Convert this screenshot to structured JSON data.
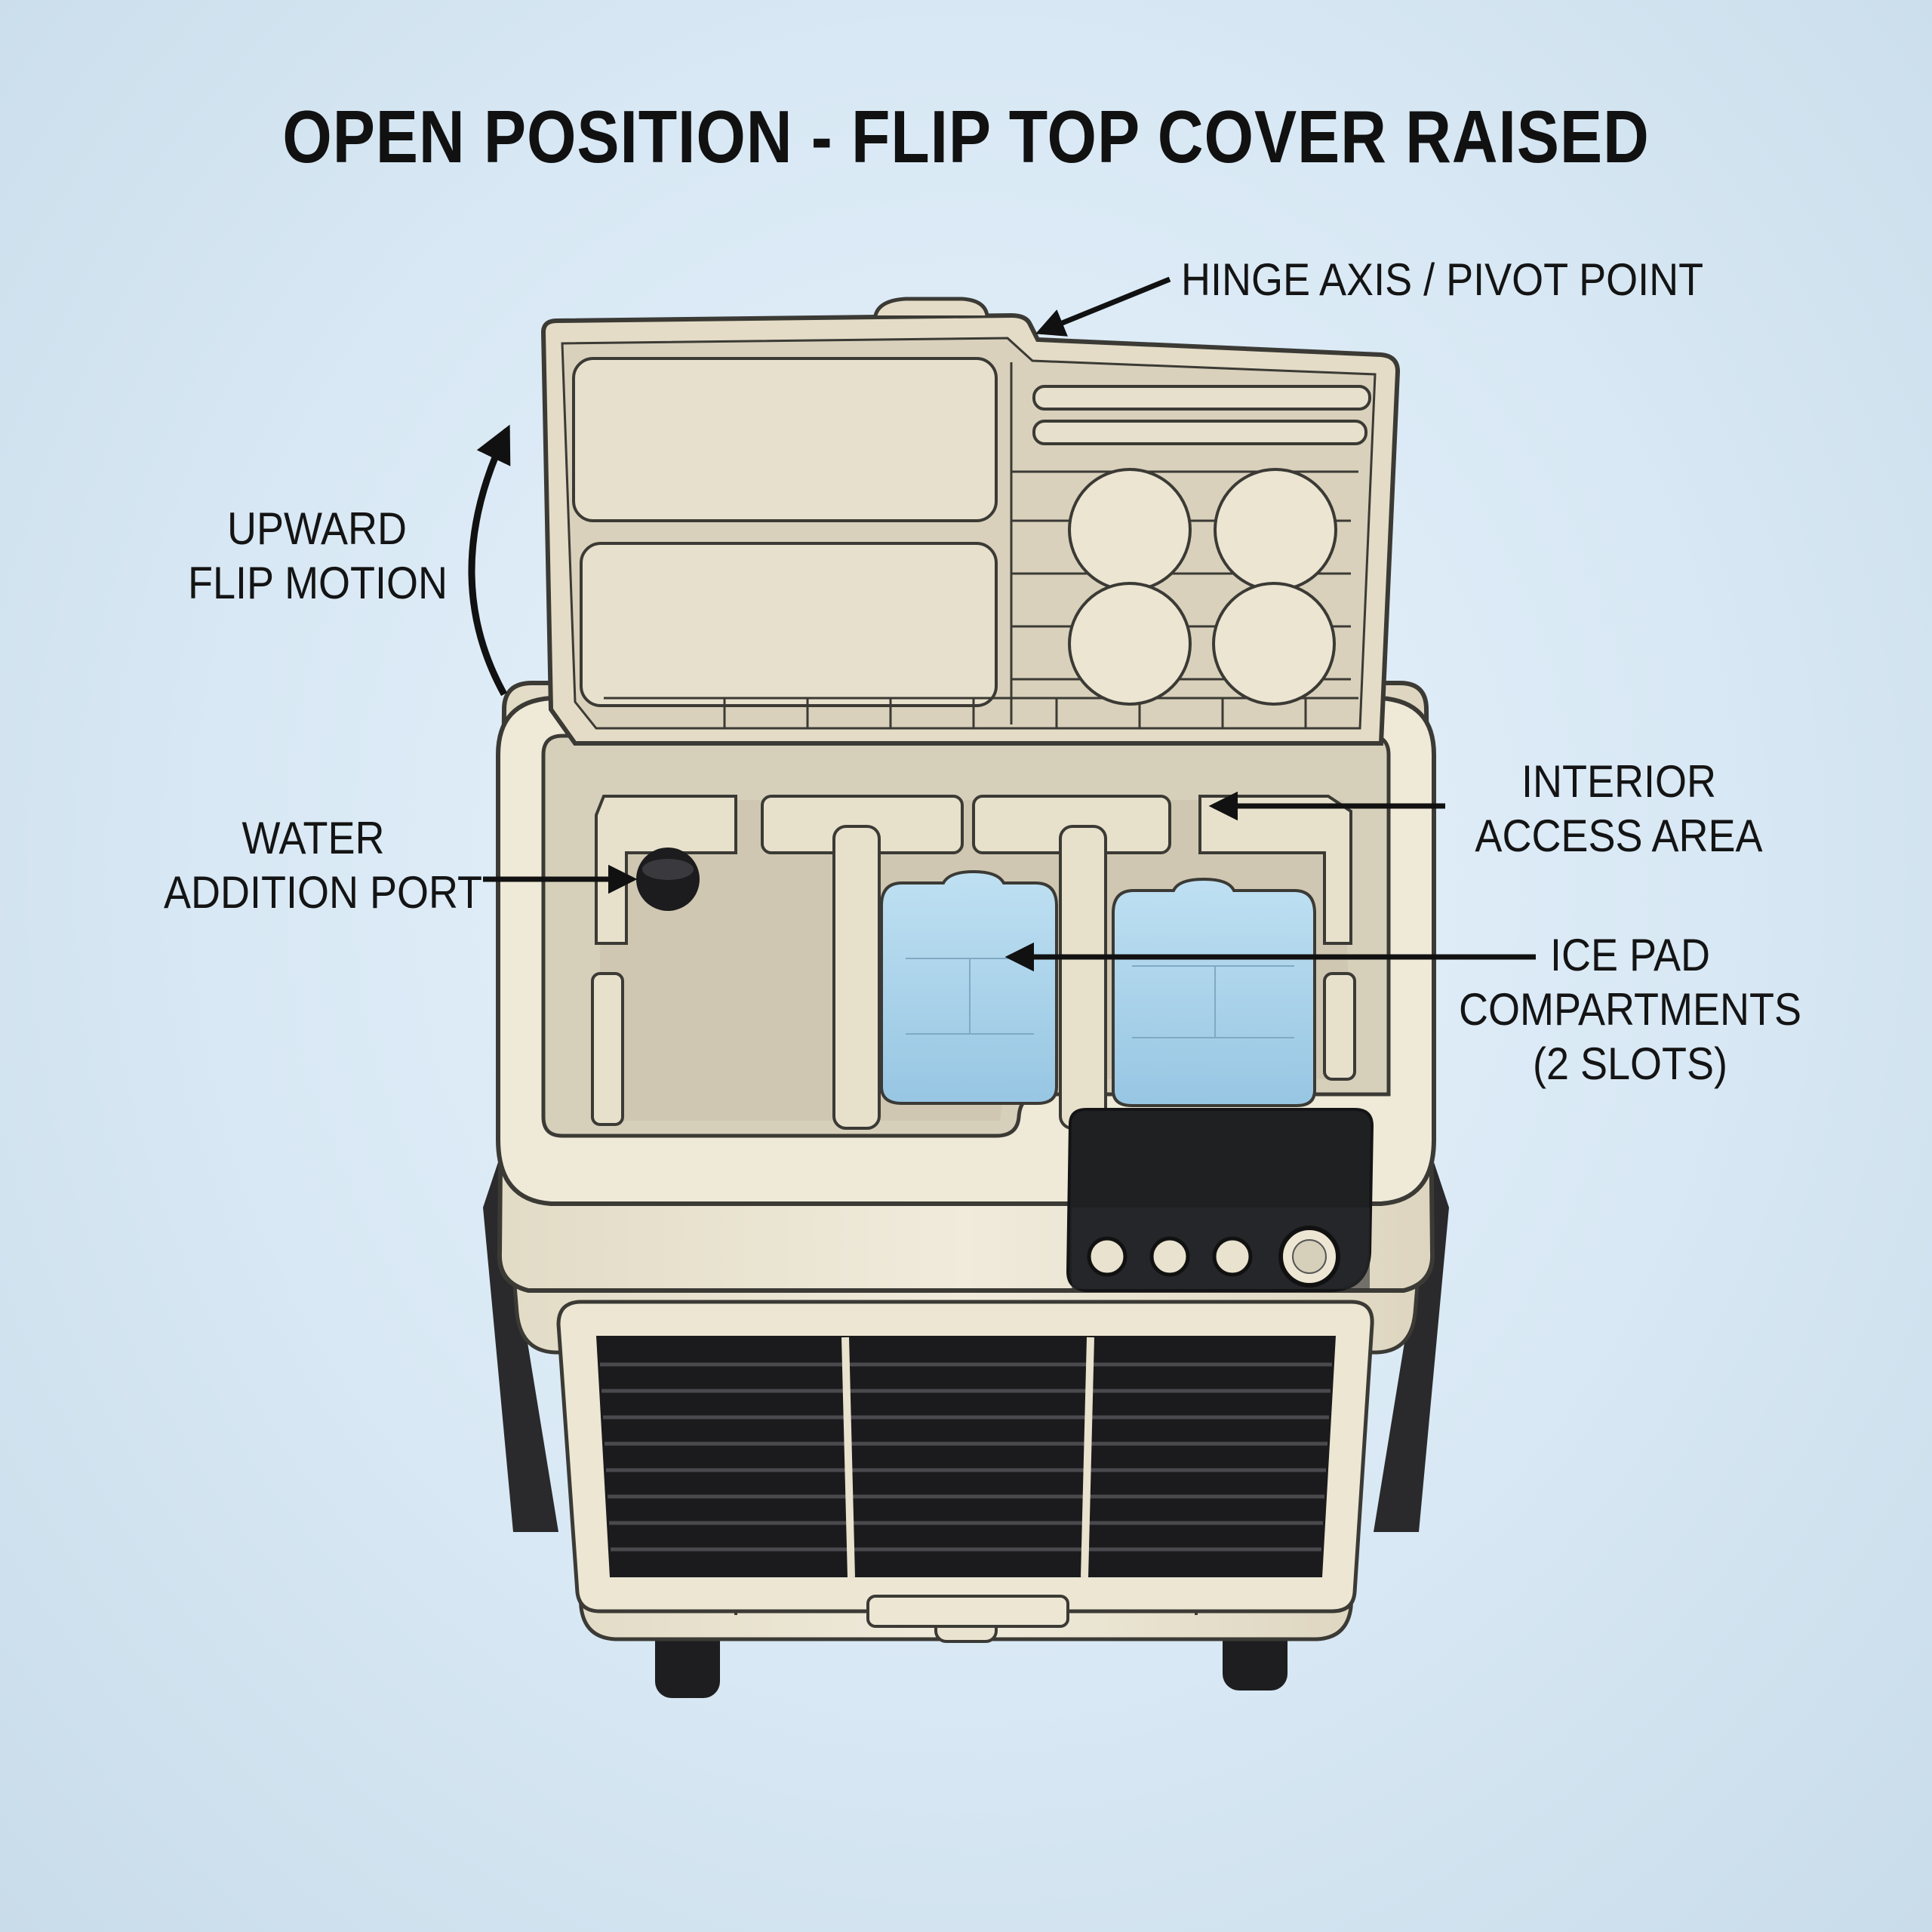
{
  "title": "OPEN POSITION - FLIP TOP COVER RAISED",
  "callouts": {
    "hinge": {
      "lines": [
        "HINGE AXIS / PIVOT POINT"
      ]
    },
    "flip": {
      "lines": [
        "UPWARD",
        "FLIP MOTION"
      ]
    },
    "water": {
      "lines": [
        "WATER",
        "ADDITION PORT"
      ]
    },
    "interior": {
      "lines": [
        "INTERIOR",
        "ACCESS AREA"
      ]
    },
    "icepad": {
      "lines": [
        "ICE PAD",
        "COMPARTMENTS",
        "(2 SLOTS)"
      ]
    }
  },
  "colors": {
    "body": "#ece6d3",
    "body_shadow": "#d2cab2",
    "outline": "#3b3a35",
    "ice_pack": "#a9d2ea",
    "panel": "#1f2022",
    "background": "#dbeaf5"
  },
  "icons": [
    "arrow-icon",
    "knob-icon",
    "button-icon",
    "caster-wheel-icon",
    "water-cap-icon"
  ]
}
